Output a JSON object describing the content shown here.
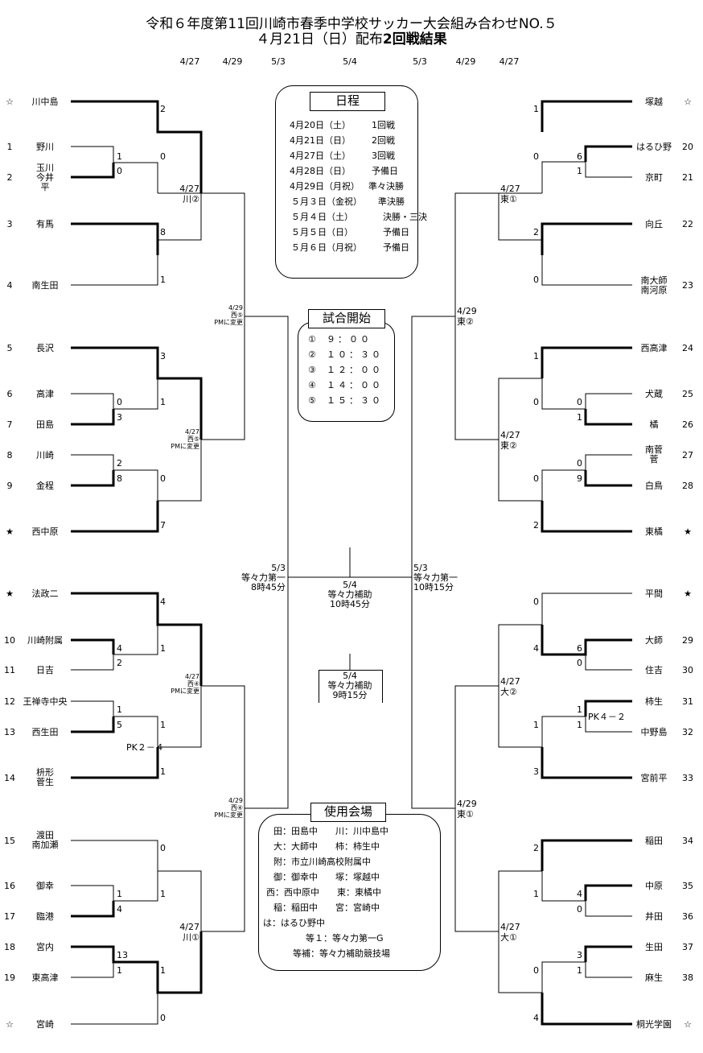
{
  "title": {
    "line1": "令和６年度第11回川崎市春季中学校サッカー大会組み合わせNO.５",
    "line2_prefix": "４月21日（日）配布",
    "line2_bold": "2回戦結果"
  },
  "round_dates": {
    "left": [
      "4/27",
      "4/29",
      "5/3"
    ],
    "center": "5/4",
    "right": [
      "5/3",
      "4/29",
      "4/27"
    ]
  },
  "left_teams": [
    {
      "seed": "☆",
      "name": "川中島"
    },
    {
      "seed": "1",
      "name": "野川"
    },
    {
      "seed": "2",
      "name": "玉川\n今井\n平"
    },
    {
      "seed": "3",
      "name": "有馬"
    },
    {
      "seed": "4",
      "name": "南生田"
    },
    {
      "seed": "5",
      "name": "長沢"
    },
    {
      "seed": "6",
      "name": "高津"
    },
    {
      "seed": "7",
      "name": "田島"
    },
    {
      "seed": "8",
      "name": "川崎"
    },
    {
      "seed": "9",
      "name": "金程"
    },
    {
      "seed": "★",
      "name": "西中原"
    },
    {
      "seed": "★",
      "name": "法政二"
    },
    {
      "seed": "10",
      "name": "川崎附属"
    },
    {
      "seed": "11",
      "name": "日吉"
    },
    {
      "seed": "12",
      "name": "王禅寺中央"
    },
    {
      "seed": "13",
      "name": "西生田"
    },
    {
      "seed": "14",
      "name": "枡形\n菅生"
    },
    {
      "seed": "15",
      "name": "渡田\n南加瀬"
    },
    {
      "seed": "16",
      "name": "御幸"
    },
    {
      "seed": "17",
      "name": "臨港"
    },
    {
      "seed": "18",
      "name": "宮内"
    },
    {
      "seed": "19",
      "name": "東高津"
    },
    {
      "seed": "☆",
      "name": "宮崎"
    }
  ],
  "right_teams": [
    {
      "seed": "☆",
      "name": "塚越"
    },
    {
      "seed": "20",
      "name": "はるひ野"
    },
    {
      "seed": "21",
      "name": "京町"
    },
    {
      "seed": "22",
      "name": "向丘"
    },
    {
      "seed": "23",
      "name": "南大師\n南河原"
    },
    {
      "seed": "24",
      "name": "西高津"
    },
    {
      "seed": "25",
      "name": "犬蔵"
    },
    {
      "seed": "26",
      "name": "橘"
    },
    {
      "seed": "27",
      "name": "南菅\n菅"
    },
    {
      "seed": "28",
      "name": "白鳥"
    },
    {
      "seed": "★",
      "name": "東橘"
    },
    {
      "seed": "★",
      "name": "平間"
    },
    {
      "seed": "29",
      "name": "大師"
    },
    {
      "seed": "30",
      "name": "住吉"
    },
    {
      "seed": "31",
      "name": "柿生"
    },
    {
      "seed": "32",
      "name": "中野島"
    },
    {
      "seed": "33",
      "name": "宮前平"
    },
    {
      "seed": "34",
      "name": "稲田"
    },
    {
      "seed": "35",
      "name": "中原"
    },
    {
      "seed": "36",
      "name": "井田"
    },
    {
      "seed": "37",
      "name": "生田"
    },
    {
      "seed": "38",
      "name": "麻生"
    },
    {
      "seed": "☆",
      "name": "桐光学園"
    }
  ],
  "scores_left": [
    "2",
    "1",
    "0",
    "0",
    "8",
    "1",
    "3",
    "0",
    "1",
    "3",
    "2",
    "8",
    "0",
    "7",
    "4",
    "4",
    "2",
    "1",
    "1",
    "5",
    "1",
    "1",
    "0",
    "1",
    "4",
    "1",
    "13",
    "1",
    "1",
    "0"
  ],
  "scores_right": [
    "1",
    "0",
    "6",
    "1",
    "2",
    "0",
    "1",
    "0",
    "0",
    "1",
    "0",
    "0",
    "9",
    "2",
    "0",
    "4",
    "6",
    "0",
    "1",
    "1",
    "1",
    "3",
    "2",
    "1",
    "4",
    "0",
    "3",
    "1",
    "0",
    "4"
  ],
  "pk_left": "PK２－４",
  "pk_right": "PK４－２",
  "venue_labels_left": [
    {
      "date": "4/27",
      "venue": "川②"
    },
    {
      "date": "4/29",
      "venue": "西⑤\nPMに変更"
    },
    {
      "date": "4/27",
      "venue": "西⑤\nPMに変更"
    },
    {
      "date": "4/27",
      "venue": "西④\nPMに変更"
    },
    {
      "date": "4/29",
      "venue": "西④\nPMに変更"
    },
    {
      "date": "4/27",
      "venue": "川①"
    }
  ],
  "venue_labels_right": [
    {
      "date": "4/27",
      "venue": "東①"
    },
    {
      "date": "4/29",
      "venue": "東②"
    },
    {
      "date": "4/27",
      "venue": "東②"
    },
    {
      "date": "4/27",
      "venue": "大②"
    },
    {
      "date": "4/29",
      "venue": "東①"
    },
    {
      "date": "4/27",
      "venue": "大①"
    }
  ],
  "semi_left": "5/3\n等々力第一\n8時45分",
  "semi_right": "5/3\n等々力第一\n10時15分",
  "final": "5/4\n等々力補助\n10時45分",
  "third_place": "5/4\n等々力補助\n9時15分",
  "schedule": {
    "title": "日程",
    "rows": [
      {
        "date": "4月20日（土）",
        "event": "1回戦"
      },
      {
        "date": "4月21日（日）",
        "event": "2回戦"
      },
      {
        "date": "4月27日（土）",
        "event": "3回戦"
      },
      {
        "date": "4月28日（日）",
        "event": "予備日"
      },
      {
        "date": "4月29日（月祝）",
        "event": "準々決勝"
      },
      {
        "date": "５月３日（金祝）",
        "event": "準決勝"
      },
      {
        "date": "５月４日（土）",
        "event": "決勝・三決"
      },
      {
        "date": "５月５日（日）",
        "event": "予備日"
      },
      {
        "date": "５月６日（月祝）",
        "event": "予備日"
      }
    ]
  },
  "kickoff": {
    "title": "試合開始",
    "rows": [
      {
        "num": "①",
        "time": "９：００"
      },
      {
        "num": "②",
        "time": "１０：３０"
      },
      {
        "num": "③",
        "time": "１２：００"
      },
      {
        "num": "④",
        "time": "１４：００"
      },
      {
        "num": "⑤",
        "time": "１５：３０"
      }
    ]
  },
  "venues": {
    "title": "使用会場",
    "rows": [
      "田：田島中　　川：川中島中",
      "大：大師中　　柿：柿生中",
      "附：市立川崎高校附属中",
      "御：御幸中　　塚：塚越中",
      "西：西中原中　　東：東橘中",
      "稲：稲田中　　宮：宮崎中",
      "は：はるひ野中",
      "等１：等々力第一G",
      "等補：等々力補助競技場"
    ]
  }
}
